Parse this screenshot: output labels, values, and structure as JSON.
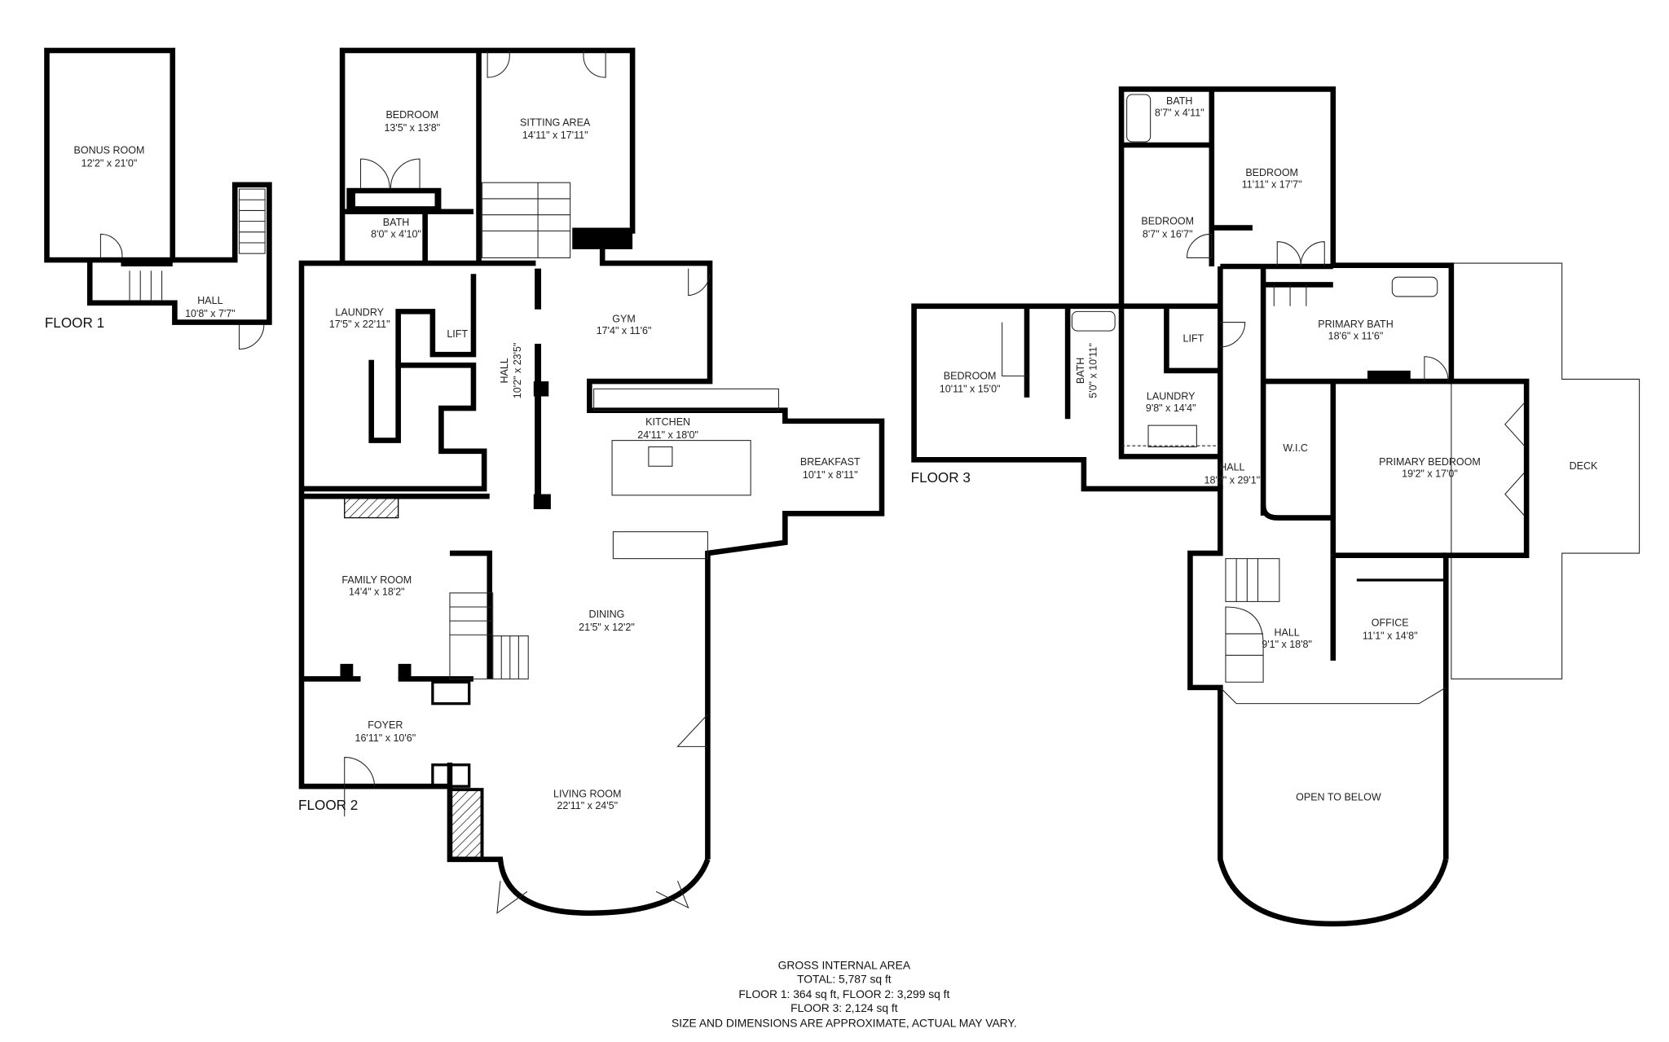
{
  "floors": {
    "f1": {
      "label": "FLOOR 1",
      "rooms": [
        {
          "name": "BONUS ROOM",
          "dims": "12'2\" x 21'0\""
        },
        {
          "name": "HALL",
          "dims": "10'8\" x 7'7\""
        }
      ]
    },
    "f2": {
      "label": "FLOOR 2",
      "rooms": [
        {
          "name": "BEDROOM",
          "dims": "13'5\" x 13'8\""
        },
        {
          "name": "SITTING AREA",
          "dims": "14'11\" x 17'11\""
        },
        {
          "name": "BATH",
          "dims": "8'0\" x 4'10\""
        },
        {
          "name": "LAUNDRY",
          "dims": "17'5\" x 22'11\""
        },
        {
          "name": "LIFT",
          "dims": ""
        },
        {
          "name": "HALL",
          "dims": "10'2\" x 23'5\""
        },
        {
          "name": "GYM",
          "dims": "17'4\" x 11'6\""
        },
        {
          "name": "KITCHEN",
          "dims": "24'11\" x 18'0\""
        },
        {
          "name": "BREAKFAST",
          "dims": "10'1\" x 8'11\""
        },
        {
          "name": "FAMILY ROOM",
          "dims": "14'4\" x 18'2\""
        },
        {
          "name": "DINING",
          "dims": "21'5\" x 12'2\""
        },
        {
          "name": "FOYER",
          "dims": "16'11\" x 10'6\""
        },
        {
          "name": "LIVING ROOM",
          "dims": "22'11\" x 24'5\""
        }
      ]
    },
    "f3": {
      "label": "FLOOR 3",
      "rooms": [
        {
          "name": "BATH",
          "dims": "8'7\" x 4'11\""
        },
        {
          "name": "BEDROOM",
          "dims": "11'11\" x 17'7\""
        },
        {
          "name": "BEDROOM",
          "dims": "8'7\" x 16'7\""
        },
        {
          "name": "BEDROOM",
          "dims": "10'11\" x 15'0\""
        },
        {
          "name": "BATH",
          "dims": "5'0\" x 10'11\""
        },
        {
          "name": "LIFT",
          "dims": ""
        },
        {
          "name": "LAUNDRY",
          "dims": "9'8\" x 14'4\""
        },
        {
          "name": "PRIMARY BATH",
          "dims": "18'6\" x 11'6\""
        },
        {
          "name": "W.I.C",
          "dims": ""
        },
        {
          "name": "PRIMARY BEDROOM",
          "dims": "19'2\" x 17'0\""
        },
        {
          "name": "DECK",
          "dims": ""
        },
        {
          "name": "HALL",
          "dims": "18'2\" x 29'1\""
        },
        {
          "name": "HALL",
          "dims": "9'1\" x 18'8\""
        },
        {
          "name": "OFFICE",
          "dims": "11'1\" x 14'8\""
        },
        {
          "name": "OPEN TO BELOW",
          "dims": ""
        }
      ]
    }
  },
  "footer": {
    "title": "GROSS INTERNAL AREA",
    "total": "TOTAL: 5,787 sq ft",
    "floors12": "FLOOR 1: 364 sq ft, FLOOR 2: 3,299 sq ft",
    "floor3": "FLOOR 3: 2,124 sq ft",
    "disclaimer": "SIZE AND DIMENSIONS ARE APPROXIMATE, ACTUAL MAY VARY."
  }
}
